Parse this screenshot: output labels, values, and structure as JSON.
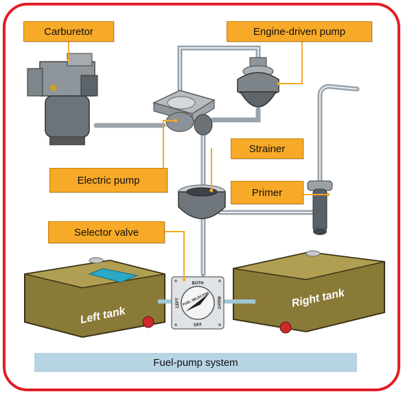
{
  "labels": {
    "carburetor": "Carburetor",
    "engine_pump": "Engine-driven pump",
    "strainer": "Strainer",
    "electric_pump": "Electric pump",
    "primer": "Primer",
    "selector_valve": "Selector valve"
  },
  "tanks": {
    "left": "Left tank",
    "right": "Right tank"
  },
  "selector": {
    "top": "BOTH",
    "left": "LEFT",
    "right": "RIGHT",
    "bottom": "OFF",
    "center": "FUEL SELECTOR"
  },
  "caption": "Fuel-pump system",
  "colors": {
    "frame": "#e21d24",
    "callout": "#f7a928",
    "tank": "#8a7a38",
    "fuel": "#2aa8c4",
    "caption_bg": "#b7d4e3"
  }
}
